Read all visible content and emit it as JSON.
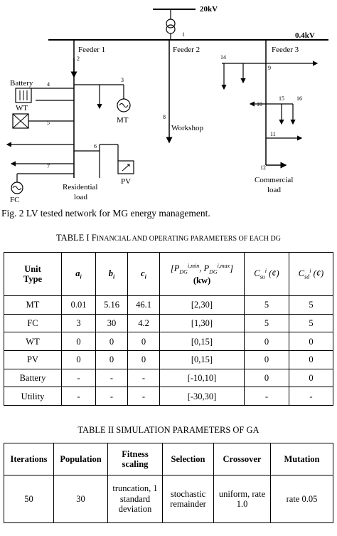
{
  "diagram": {
    "grid_label": "20kV",
    "bus_label": "0.4kV",
    "feeders": [
      "Feeder 1",
      "Feeder 2",
      "Feeder 3"
    ],
    "node_numbers": [
      "1",
      "2",
      "3",
      "4",
      "5",
      "6",
      "7",
      "8",
      "9",
      "10",
      "11",
      "12",
      "14",
      "15",
      "16"
    ],
    "units": {
      "battery": "Battery",
      "wt": "WT",
      "mt": "MT",
      "fc": "FC",
      "pv": "PV"
    },
    "loads": {
      "residential_line1": "Residential",
      "residential_line2": "load",
      "workshop": "Workshop",
      "commercial_line1": "Commercial",
      "commercial_line2": "load"
    }
  },
  "figure_caption": "Fig. 2 LV tested network for MG energy management.",
  "table1": {
    "title_prefix": "TABLE I F",
    "title_rest": "INANCIAL AND OPERATING PARAMETERS OF EACH DG",
    "headers": {
      "unit_type_line1": "Unit",
      "unit_type_line2": "Type",
      "a": "a",
      "a_sub": "i",
      "b": "b",
      "b_sub": "i",
      "c": "c",
      "c_sub": "i",
      "limits_unit": "(kw)",
      "csu_sub": "su",
      "csd_sub": "sd",
      "currency": "(¢)"
    },
    "rows": [
      [
        "MT",
        "0.01",
        "5.16",
        "46.1",
        "[2,30]",
        "5",
        "5"
      ],
      [
        "FC",
        "3",
        "30",
        "4.2",
        "[1,30]",
        "5",
        "5"
      ],
      [
        "WT",
        "0",
        "0",
        "0",
        "[0,15]",
        "0",
        "0"
      ],
      [
        "PV",
        "0",
        "0",
        "0",
        "[0,15]",
        "0",
        "0"
      ],
      [
        "Battery",
        "-",
        "-",
        "-",
        "[-10,10]",
        "0",
        "0"
      ],
      [
        "Utility",
        "-",
        "-",
        "-",
        "[-30,30]",
        "-",
        "-"
      ]
    ]
  },
  "table2": {
    "title": "TABLE II SIMULATION PARAMETERS OF GA",
    "headers": [
      "Iterations",
      "Population",
      "Fitness scaling",
      "Selection",
      "Crossover",
      "Mutation"
    ],
    "rows": [
      [
        "50",
        "30",
        "truncation, 1 standard deviation",
        "stochastic remainder",
        "uniform, rate 1.0",
        "rate 0.05"
      ]
    ]
  }
}
